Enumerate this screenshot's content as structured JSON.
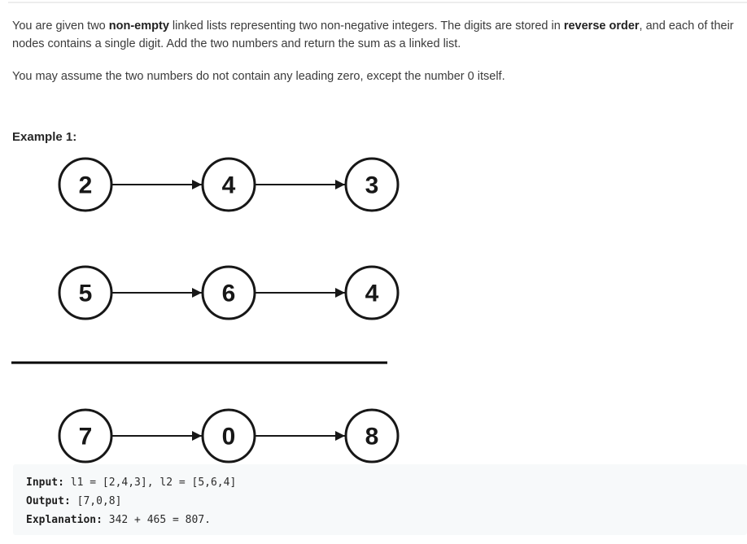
{
  "problem": {
    "description_segments": [
      {
        "text": "You are given two "
      },
      {
        "text": "non-empty"
      },
      {
        "text": " linked lists representing two non-negative integers. The digits are stored in "
      },
      {
        "text": "reverse order"
      },
      {
        "text": ", and each of their nodes contains a single digit. Add the two numbers and return the sum as a linked list."
      }
    ],
    "note": "You may assume the two numbers do not contain any leading zero, except the number 0 itself.",
    "example_label": "Example 1:"
  },
  "diagram": {
    "l1": [
      "2",
      "4",
      "3"
    ],
    "l2": [
      "5",
      "6",
      "4"
    ],
    "sum": [
      "7",
      "0",
      "8"
    ]
  },
  "example": {
    "input_label": "Input:",
    "input_value": " l1 = [2,4,3], l2 = [5,6,4]",
    "output_label": "Output:",
    "output_value": " [7,0,8]",
    "explanation_label": "Explanation:",
    "explanation_value": " 342 + 465 = 807."
  },
  "colors": {
    "body_text": "#3b3b3b",
    "heading_text": "#262626",
    "diagram_stroke": "#171717",
    "code_block_bg": "#f7f9fa",
    "top_divider": "#ededed"
  }
}
